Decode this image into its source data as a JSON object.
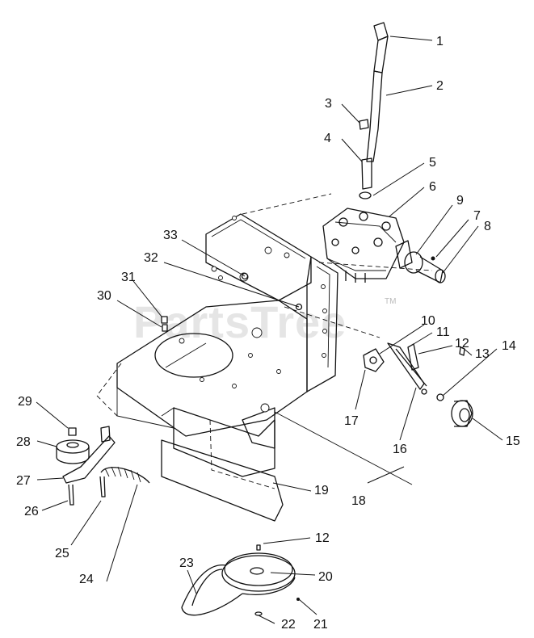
{
  "watermark": {
    "text": "PartsTree",
    "trademark": "TM"
  },
  "callouts": [
    {
      "id": "c1",
      "label": "1"
    },
    {
      "id": "c2",
      "label": "2"
    },
    {
      "id": "c3",
      "label": "3"
    },
    {
      "id": "c4",
      "label": "4"
    },
    {
      "id": "c5",
      "label": "5"
    },
    {
      "id": "c6",
      "label": "6"
    },
    {
      "id": "c7",
      "label": "7"
    },
    {
      "id": "c8",
      "label": "8"
    },
    {
      "id": "c9",
      "label": "9"
    },
    {
      "id": "c10",
      "label": "10"
    },
    {
      "id": "c11",
      "label": "11"
    },
    {
      "id": "c12a",
      "label": "12"
    },
    {
      "id": "c13",
      "label": "13"
    },
    {
      "id": "c14",
      "label": "14"
    },
    {
      "id": "c15",
      "label": "15"
    },
    {
      "id": "c16",
      "label": "16"
    },
    {
      "id": "c17",
      "label": "17"
    },
    {
      "id": "c18",
      "label": "18"
    },
    {
      "id": "c19",
      "label": "19"
    },
    {
      "id": "c20",
      "label": "20"
    },
    {
      "id": "c21",
      "label": "21"
    },
    {
      "id": "c22",
      "label": "22"
    },
    {
      "id": "c23",
      "label": "23"
    },
    {
      "id": "c24",
      "label": "24"
    },
    {
      "id": "c25",
      "label": "25"
    },
    {
      "id": "c26",
      "label": "26"
    },
    {
      "id": "c27",
      "label": "27"
    },
    {
      "id": "c28",
      "label": "28"
    },
    {
      "id": "c29",
      "label": "29"
    },
    {
      "id": "c30",
      "label": "30"
    },
    {
      "id": "c31",
      "label": "31"
    },
    {
      "id": "c32",
      "label": "32"
    },
    {
      "id": "c33",
      "label": "33"
    },
    {
      "id": "c12b",
      "label": "12"
    }
  ]
}
